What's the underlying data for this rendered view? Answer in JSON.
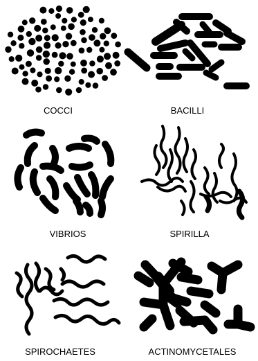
{
  "panels": [
    {
      "id": "cocci",
      "label": "COCCI"
    },
    {
      "id": "bacilli",
      "label": "BACILLI"
    },
    {
      "id": "vibrios",
      "label": "VIBRIOS"
    },
    {
      "id": "spirilla",
      "label": "SPIRILLA"
    },
    {
      "id": "spirochaetes",
      "label": "SPIROCHAETES"
    },
    {
      "id": "actinomycetales",
      "label": "ACTINOMYCETALES"
    }
  ],
  "colors": {
    "ink": "#000000",
    "background": "#ffffff"
  }
}
